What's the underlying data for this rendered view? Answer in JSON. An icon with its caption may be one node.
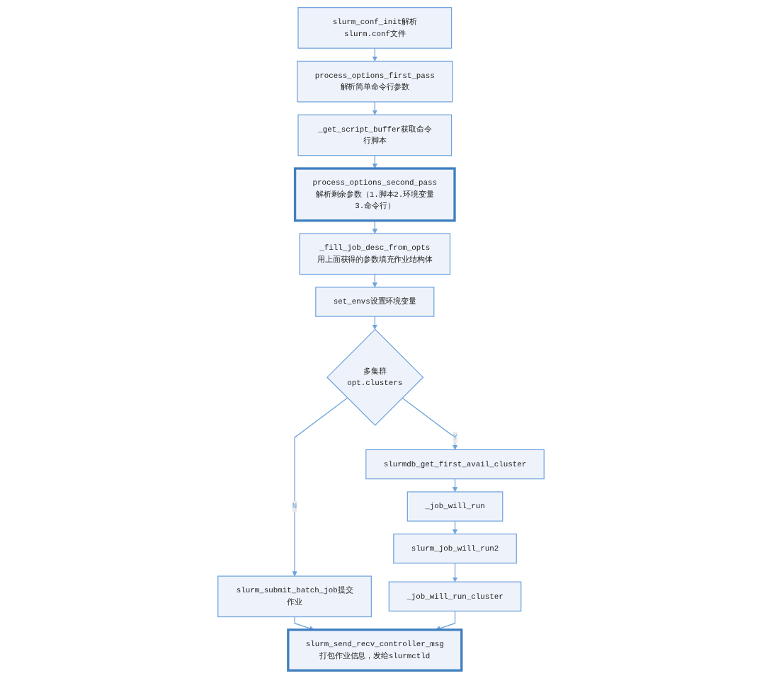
{
  "diagram": {
    "nodes": [
      {
        "text": [
          "slurm_conf_init解析slurm.conf文件"
        ]
      },
      {
        "text": [
          "process_options_first_pass解析简单命令行参数"
        ]
      },
      {
        "text": [
          "_get_script_buffer获取命令行脚本"
        ]
      },
      {
        "text": [
          "process_options_second_pass",
          "解析剩余参数（1.脚本2.环境变量3.命令行）"
        ]
      },
      {
        "text": [
          "_fill_job_desc_from_opts",
          "用上面获得的参数填充作业结构体"
        ]
      },
      {
        "text": [
          "set_envs设置环境变量"
        ]
      },
      {
        "text": [
          "多集群",
          "opt.clusters"
        ]
      },
      {
        "text": [
          "slurmdb_get_first_avail_cluster"
        ]
      },
      {
        "text": [
          "_job_will_run"
        ]
      },
      {
        "text": [
          "slurm_submit_batch_job提交作业"
        ]
      },
      {
        "text": [
          "slurm_job_will_run2"
        ]
      },
      {
        "text": [
          "slurm_send_recv_controller_msg",
          "打包作业信息，发给slurmctld"
        ]
      },
      {
        "text": [
          "_job_will_run_cluster"
        ]
      }
    ],
    "edges": [
      {
        "from": 0,
        "to": 1,
        "arrow": "to"
      },
      {
        "from": 1,
        "to": 2,
        "arrow": "to"
      },
      {
        "from": 2,
        "to": 3,
        "arrow": "to"
      },
      {
        "from": 3,
        "to": 4,
        "arrow": "to"
      },
      {
        "from": 4,
        "to": 5,
        "arrow": "to"
      },
      {
        "from": 5,
        "to": 6,
        "arrow": "to"
      },
      {
        "from": 6,
        "to": 7,
        "arrow": "to",
        "label": "Y"
      },
      {
        "from": 6,
        "to": 9,
        "arrow": "to",
        "label": "N"
      },
      {
        "from": 7,
        "to": 8,
        "arrow": "to"
      },
      {
        "from": 8,
        "to": 10,
        "arrow": "to"
      },
      {
        "from": 10,
        "to": 12,
        "arrow": "to"
      },
      {
        "from": 9,
        "to": 11,
        "arrow": "to"
      },
      {
        "from": 12,
        "to": 11,
        "arrow": "to"
      }
    ]
  }
}
